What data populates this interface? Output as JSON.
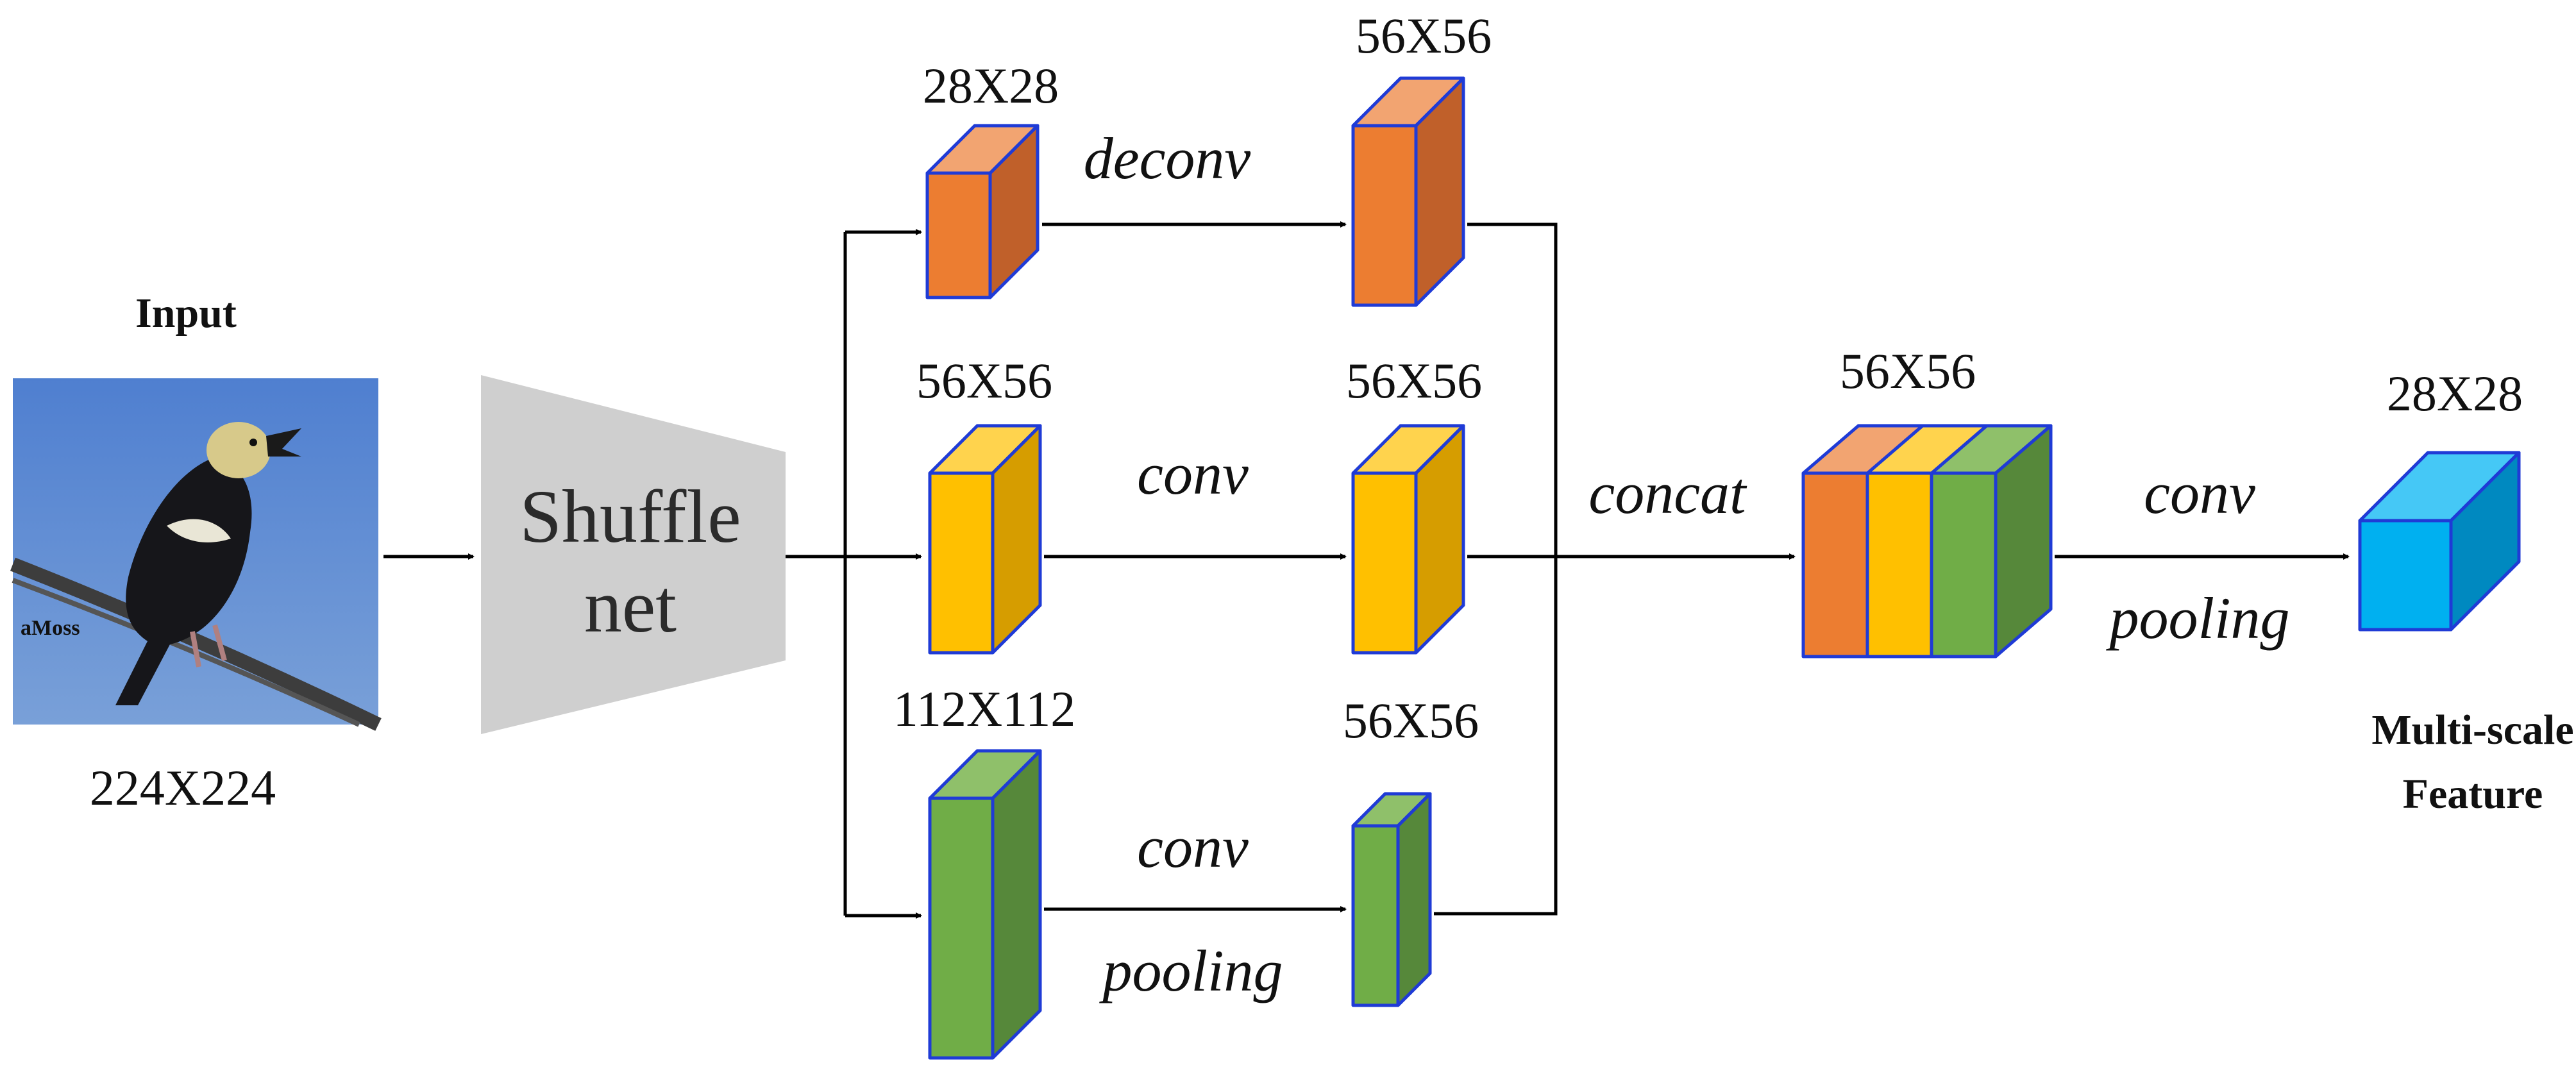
{
  "input": {
    "title": "Input",
    "size": "224X224",
    "watermark": "aMoss"
  },
  "backbone": {
    "line1": "Shuffle",
    "line2": "net"
  },
  "branches": [
    {
      "in_size": "28X28",
      "op": "deconv",
      "op2": "",
      "out_size": "56X56",
      "color": "orange"
    },
    {
      "in_size": "56X56",
      "op": "conv",
      "op2": "",
      "out_size": "56X56",
      "color": "yellow"
    },
    {
      "in_size": "112X112",
      "op": "conv",
      "op2": "pooling",
      "out_size": "56X56",
      "color": "green"
    }
  ],
  "merge": {
    "op": "concat",
    "size": "56X56"
  },
  "final": {
    "op": "conv",
    "op2": "pooling",
    "size": "28X28"
  },
  "output": {
    "line1": "Multi-scale",
    "line2": "Feature"
  },
  "colors": {
    "orange": {
      "front": "#ec7d31",
      "side": "#c0602a",
      "top": "#f2a471"
    },
    "yellow": {
      "front": "#ffc000",
      "side": "#d69d00",
      "top": "#ffd34d"
    },
    "green": {
      "front": "#70ad47",
      "side": "#56883a",
      "top": "#8fc06a"
    },
    "blue": {
      "front": "#00b0f0",
      "side": "#0089c0",
      "top": "#45c8f6"
    },
    "edge": "#1f3bd6",
    "funnel": "#cfcfcf",
    "sky": "#5d86c8"
  }
}
